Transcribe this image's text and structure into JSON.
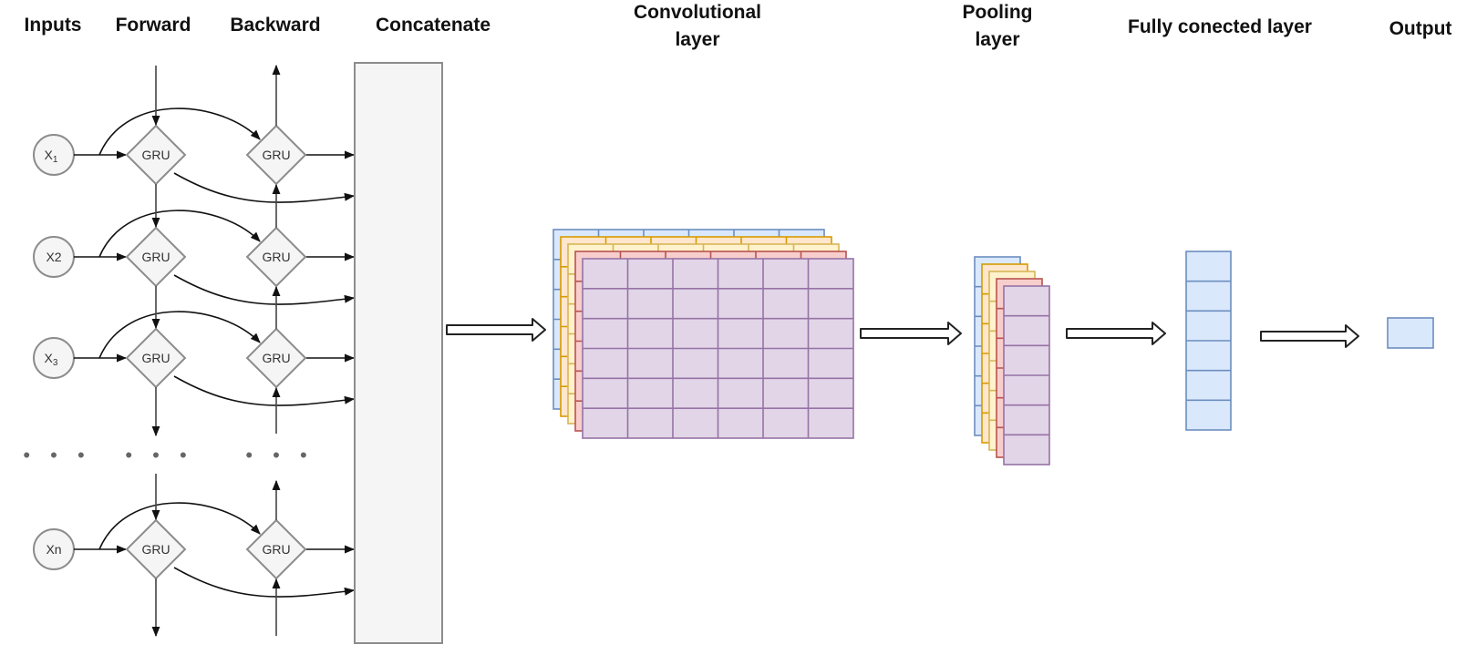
{
  "headers": {
    "inputs": "Inputs",
    "forward": "Forward",
    "backward": "Backward",
    "concatenate": "Concatenate",
    "conv_line1": "Convolutional",
    "conv_line2": "layer",
    "pool_line1": "Pooling",
    "pool_line2": "layer",
    "fc": "Fully conected layer",
    "output": "Output"
  },
  "inputs": [
    {
      "label": "X",
      "sub": "1"
    },
    {
      "label": "X2",
      "sub": ""
    },
    {
      "label": "X",
      "sub": "3"
    },
    {
      "label": "Xn",
      "sub": ""
    }
  ],
  "gru_label": "GRU",
  "ellipsis": "• • •",
  "conv_layer": {
    "channels": 5,
    "rows": 6,
    "cols": 6
  },
  "pool_layer": {
    "channels": 5,
    "rows": 6,
    "cols": 1
  },
  "fc_layer": {
    "units": 6
  },
  "output_layer": {
    "units": 1
  },
  "colors": {
    "node_fill": "#f5f5f5",
    "node_stroke": "#8c8c8c",
    "edge": "#111111",
    "blue_fill": "#dae8fc",
    "blue_stroke": "#6c8ebf",
    "orange_fill": "#ffe6cc",
    "orange_stroke": "#d79b00",
    "yellow_fill": "#fff2cc",
    "yellow_stroke": "#d6b656",
    "red_fill": "#f8cecc",
    "red_stroke": "#b85450",
    "purple_fill": "#e1d5e7",
    "purple_stroke": "#9673a6"
  }
}
